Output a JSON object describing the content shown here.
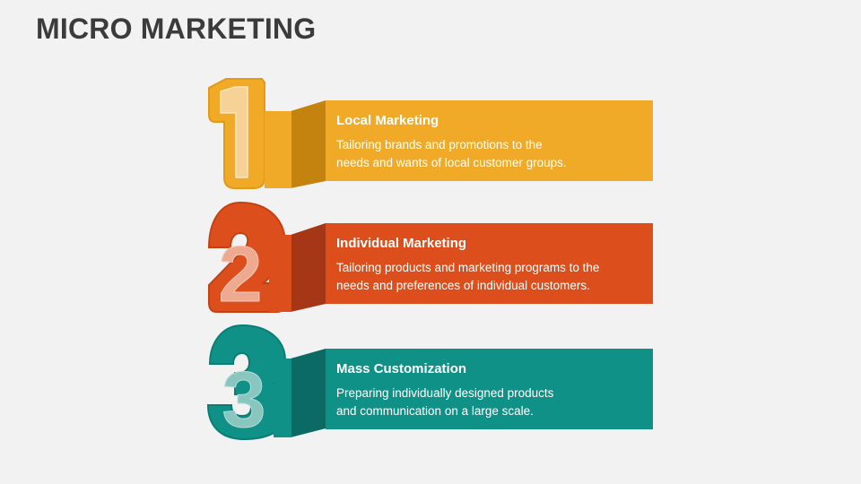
{
  "title": "MICRO MARKETING",
  "colors": {
    "background": "#f2f2f2",
    "title": "#3b3b3b",
    "yellow": "#f0aa28",
    "yellow_dark": "#c4830f",
    "orange": "#dc4e1b",
    "orange_dark": "#a53716",
    "teal": "#109187",
    "teal_dark": "#0b6b64"
  },
  "items": [
    {
      "number": "1",
      "heading": "Local Marketing",
      "description": "Tailoring brands and promotions to the\nneeds and wants of local customer groups.",
      "color": "yellow"
    },
    {
      "number": "2",
      "heading": "Individual Marketing",
      "description": "Tailoring products and marketing programs to the\nneeds and preferences of individual customers.",
      "color": "orange"
    },
    {
      "number": "3",
      "heading": "Mass Customization",
      "description": "Preparing individually designed products\nand communication on a large scale.",
      "color": "teal"
    }
  ]
}
